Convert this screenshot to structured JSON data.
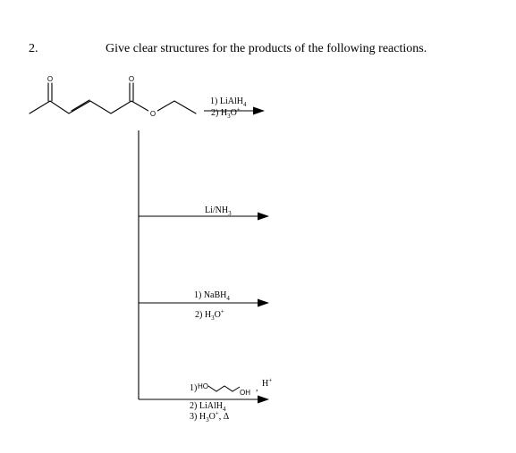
{
  "question": {
    "number": "2.",
    "text": "Give clear structures for the products of the following reactions."
  },
  "molecule": {
    "atom_o_ketone": "O",
    "atom_o_ester_carbonyl": "O",
    "atom_o_ester_ether": "O"
  },
  "reactions": [
    {
      "step1_prefix": "1) LiAlH",
      "step1_sub": "4",
      "step2_prefix": "2) H",
      "step2_sub": "3",
      "step2_mid": "O",
      "step2_sup": "+"
    },
    {
      "step1_prefix": "Li/NH",
      "step1_sub": "3"
    },
    {
      "step1_prefix": "1) NaBH",
      "step1_sub": "4",
      "step2_prefix": "2) H",
      "step2_sub": "3",
      "step2_mid": "O",
      "step2_sup": "+"
    },
    {
      "step1_prefix": "1)",
      "diol_left": "HO",
      "diol_right": "OH",
      "acid_sep": ",",
      "acid": "H",
      "acid_sup": "+",
      "step2_prefix": "2) LiAlH",
      "step2_sub": "4",
      "step3_prefix": "3) H",
      "step3_sub": "3",
      "step3_mid": "O",
      "step3_sup": "+",
      "step3_suffix": ", Δ"
    }
  ]
}
